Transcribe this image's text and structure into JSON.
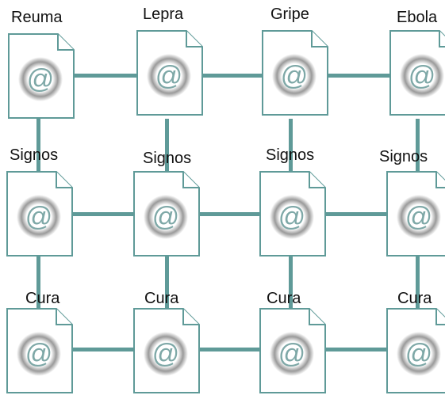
{
  "diagram": {
    "columns": [
      {
        "disease": "Reuma"
      },
      {
        "disease": "Lepra"
      },
      {
        "disease": "Gripe"
      },
      {
        "disease": "Ebola"
      }
    ],
    "rows": [
      {
        "label": "",
        "header_from_column": true
      },
      {
        "label": "Signos"
      },
      {
        "label": "Cura"
      }
    ],
    "node_icon": "at-sign-document-icon",
    "node_glyph": "@",
    "colors": {
      "connector": "#5f9a98",
      "page_border": "#5f9a98",
      "at_sign": "#7ea8a7",
      "shadow": "#9a9a9a"
    }
  }
}
